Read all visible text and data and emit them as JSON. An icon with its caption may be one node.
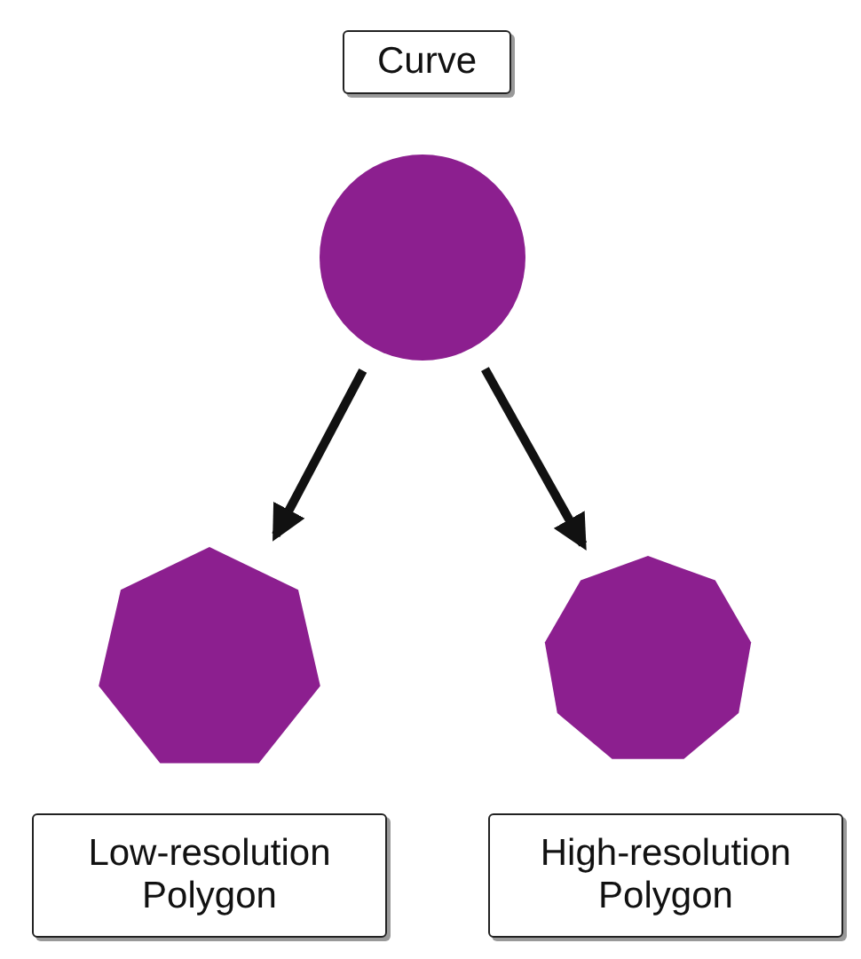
{
  "diagram": {
    "nodes": [
      {
        "text": [
          "Curve"
        ]
      },
      {
        "text": [],
        "shape": "circle"
      },
      {
        "text": [],
        "shape": "polygon"
      },
      {
        "text": [],
        "shape": "polygon"
      },
      {
        "text": [
          "Low-resolution Polygon"
        ]
      },
      {
        "text": [
          "High-resolution Polygon"
        ]
      }
    ],
    "edges": [
      {
        "from": 1,
        "to": 2,
        "arrow": "to"
      },
      {
        "from": 1,
        "to": 3,
        "arrow": "to"
      }
    ]
  }
}
